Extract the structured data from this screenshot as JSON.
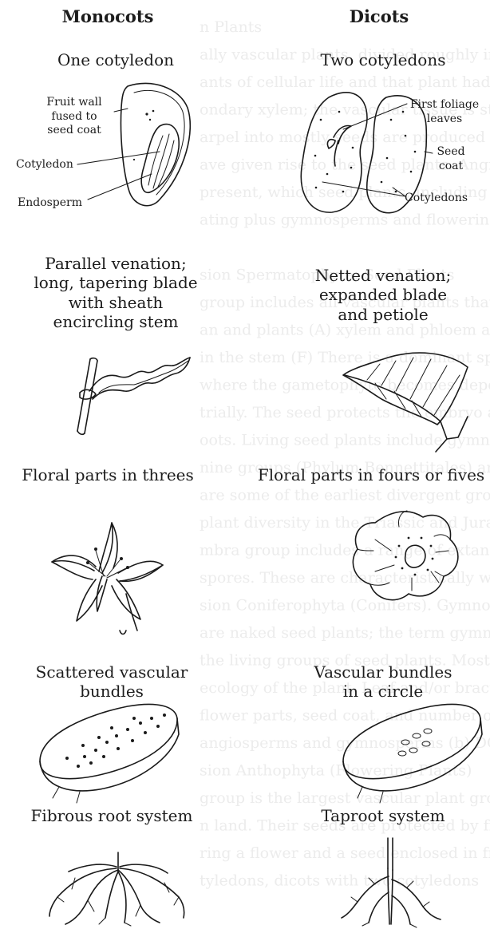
{
  "headers": {
    "left": "Monocots",
    "right": "Dicots"
  },
  "rows": [
    {
      "left": "One cotyledon",
      "right": "Two cotyledons"
    },
    {
      "left": "Parallel venation;\nlong, tapering blade\nwith sheath\nencircling stem",
      "right": "Netted venation;\nexpanded blade\nand petiole"
    },
    {
      "left": "Floral parts in threes",
      "right": "Floral parts in fours or fives"
    },
    {
      "left": "Scattered vascular\nbundles",
      "right": "Vascular bundles\nin a circle"
    },
    {
      "left": "Fibrous root system",
      "right": "Taproot system"
    }
  ],
  "seed_labels": {
    "monocot": {
      "fruit_wall": "Fruit wall\nfused to\nseed coat",
      "cotyledon": "Cotyledon",
      "endosperm": "Endosperm"
    },
    "dicot": {
      "first_foliage": "First foliage\nleaves",
      "seed_coat": "Seed\ncoat",
      "cotyledons": "Cotyledons"
    }
  },
  "background_text": [
    "n Plants",
    "ally vascular plants, divided roughly into",
    "ants of cellular life and that plant had di",
    "ondary xylem; the vascular tissue is stru",
    "arpel into mostly seeds are produced in",
    "ave given rise to the seed plants. Angiospe",
    "present, which seed plants, including se",
    "ating plus gymnosperms and flowering plants",
    "",
    "sion Spermatophyta: Seed Plants",
    "group includes all vascular plants that prod",
    "an and plants (A) xylem and phloem are clos",
    "in the stem (F) There is a dominant sporophyte",
    "where the gametophyte becomes dependent",
    "trially. The seed protects the embryo and pro",
    "oots. Living seed plants include gymnosper",
    "nine groups (Phylum Bennettitales) and flowering",
    "are some of the earliest divergent groups of",
    "plant diversity in the Triassic and Jurassic",
    "mbra group includes a range of extant and",
    "spores. These are characteristically woody",
    "sion Coniferophyta (Conifers). Gymnosperm",
    "are naked seed plants; the term gymnosperm",
    "the living groups of seed plants. Most angiosperms",
    "ecology of the plant. Leaf and/or bract type",
    "flower parts, seed coat, and number of cotyledons",
    "angiosperms and gymnosperms (b) DO NOT produce",
    "sion Anthophyta (Flowering Plants)",
    "group is the largest vascular plant group",
    "n land. Their seeds are protected by fruit tissue",
    "ring a flower and a seed enclosed in fruit",
    "tyledons, dicots with two cotyledons"
  ]
}
